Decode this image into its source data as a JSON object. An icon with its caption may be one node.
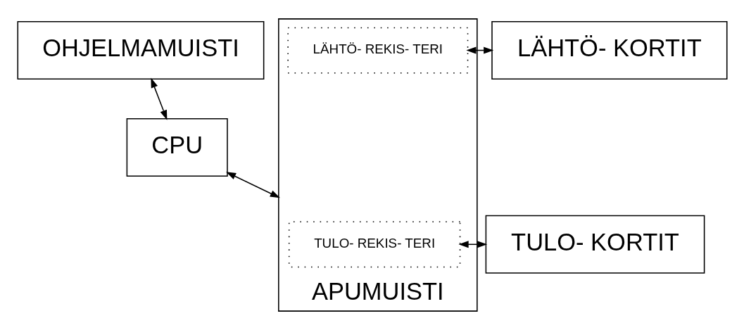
{
  "diagram": {
    "nodes": [
      {
        "text": [
          "OHJELMAMUISTI"
        ]
      },
      {
        "text": [
          "CPU"
        ]
      },
      {
        "text": [
          "TULO- KORTIT"
        ]
      },
      {
        "text": [
          "APUMUISTI"
        ]
      },
      {
        "text": [
          "TULO- REKIS- TERI"
        ],
        "in": 3
      },
      {
        "text": [
          "LÄHTÖ- REKIS- TERI"
        ],
        "in": 3
      },
      {
        "text": [
          "LÄHTÖ- KORTIT"
        ]
      }
    ],
    "edges": [
      {
        "from": 0,
        "to": 1,
        "arrow": "both"
      },
      {
        "from": 1,
        "to": 3,
        "arrow": "both"
      },
      {
        "from": 2,
        "to": 4,
        "arrow": "both"
      },
      {
        "from": 5,
        "to": 6,
        "arrow": "both"
      }
    ]
  }
}
